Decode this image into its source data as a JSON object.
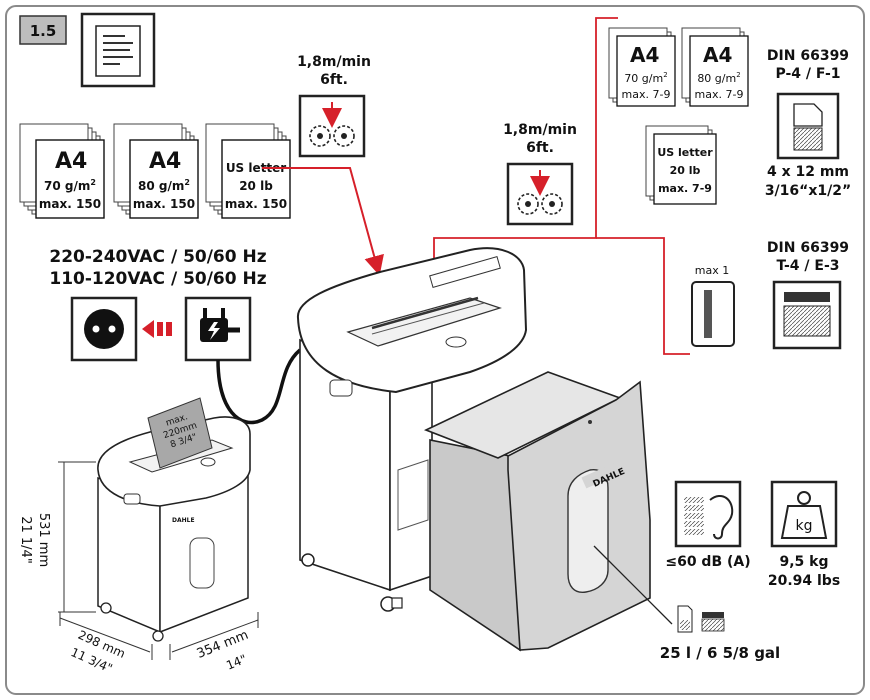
{
  "section_number": "1.5",
  "paper_stacks": [
    {
      "size": "A4",
      "weight": "70 g/m",
      "weight_sup": "2",
      "max": "max. 150"
    },
    {
      "size": "A4",
      "weight": "80 g/m",
      "weight_sup": "2",
      "max": "max. 150"
    },
    {
      "size_line1": "US letter",
      "size_line2": "20 lb",
      "max": "max. 150"
    }
  ],
  "speed_left": {
    "line1": "1,8m/min",
    "line2": "6ft."
  },
  "speed_right": {
    "line1": "1,8m/min",
    "line2": "6ft."
  },
  "power": {
    "line1": "220-240VAC / 50/60 Hz",
    "line2": "110-120VAC / 50/60 Hz"
  },
  "micro_stacks": [
    {
      "size": "A4",
      "weight": "70 g/m",
      "weight_sup": "2",
      "max": "max. 7-9"
    },
    {
      "size": "A4",
      "weight": "80 g/m",
      "weight_sup": "2",
      "max": "max. 7-9"
    },
    {
      "size_line1": "US letter",
      "size_line2": "20 lb",
      "max": "max. 7-9"
    }
  ],
  "din_paper": {
    "line1": "DIN 66399",
    "line2": "P-4 / F-1",
    "cut_mm": "4 x 12 mm",
    "cut_in": "3/16“x1/2”"
  },
  "card": {
    "label": "max 1"
  },
  "din_card": {
    "line1": "DIN 66399",
    "line2": "T-4 / E-3"
  },
  "noise": {
    "label": "≤60 dB (A)"
  },
  "weight": {
    "icon_text": "kg",
    "line1": "9,5 kg",
    "line2": "20.94 lbs"
  },
  "small_paper_note": {
    "line1": "max.",
    "line2": "220mm",
    "line3": "8 3/4\""
  },
  "dimensions": {
    "height_mm": "531 mm",
    "height_in": "21 1/4\"",
    "depth_mm": "298 mm",
    "depth_in": "11 3/4\"",
    "width_mm": "354 mm",
    "width_in": "14\""
  },
  "bin_brand": "DAHLE",
  "capacity": "25 l / 6 5/8 gal",
  "colors": {
    "accent_red": "#d6202a",
    "frame": "#7a7a7a",
    "bin_gray": "#d8d8d8",
    "label_box": "#bdbdbd"
  }
}
